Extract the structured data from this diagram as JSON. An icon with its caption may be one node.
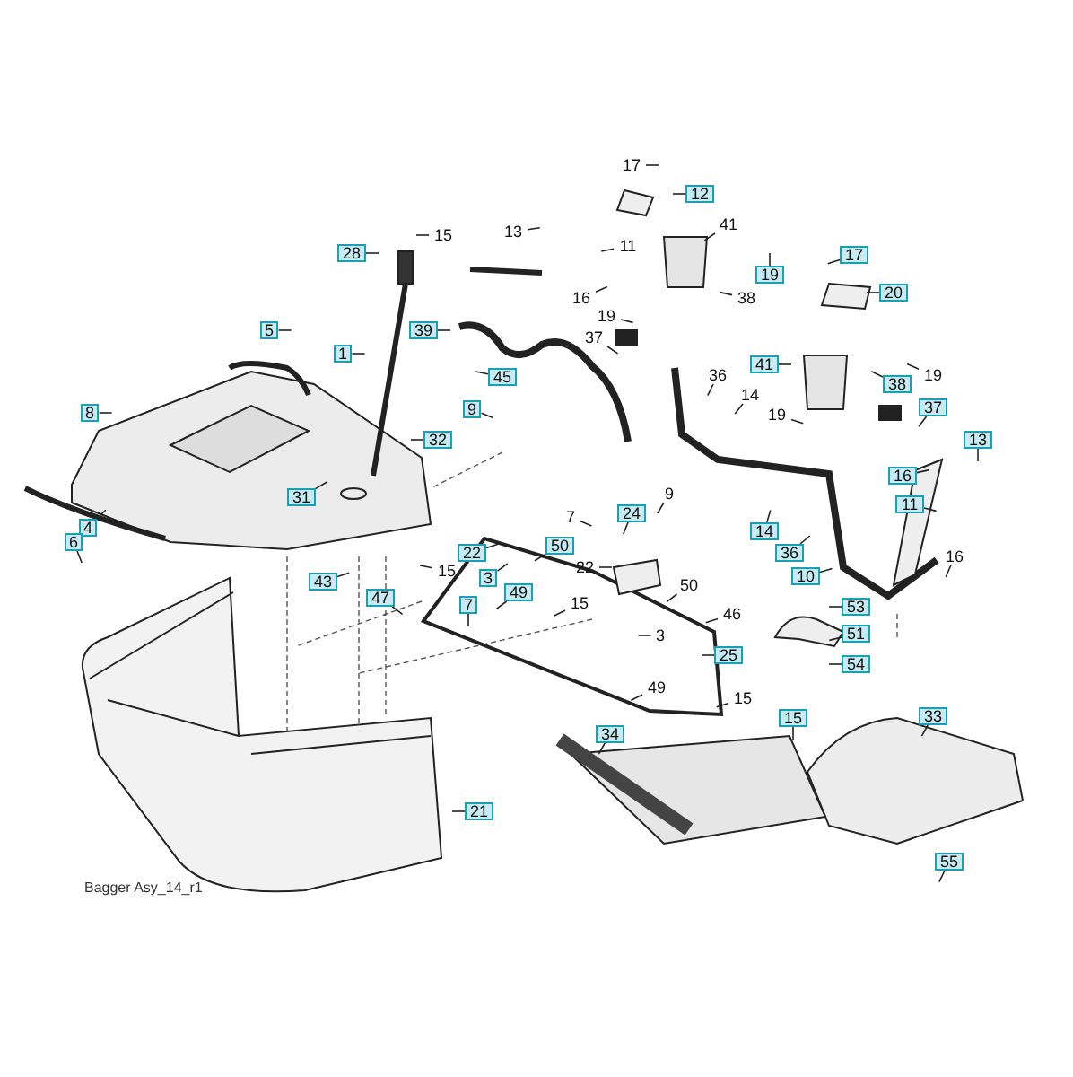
{
  "diagram": {
    "nodes": [
      {
        "text": [
          "17"
        ]
      },
      {
        "text": [
          "12"
        ]
      },
      {
        "text": [
          "15"
        ]
      },
      {
        "text": [
          "13"
        ]
      },
      {
        "text": [
          "11"
        ]
      },
      {
        "text": [
          "41"
        ]
      },
      {
        "text": [
          "28"
        ]
      },
      {
        "text": [
          "17"
        ]
      },
      {
        "text": [
          "19"
        ]
      },
      {
        "text": [
          "16"
        ]
      },
      {
        "text": [
          "20"
        ]
      },
      {
        "text": [
          "38"
        ]
      },
      {
        "text": [
          "19"
        ]
      },
      {
        "text": [
          "39"
        ]
      },
      {
        "text": [
          "5"
        ]
      },
      {
        "text": [
          "37"
        ]
      },
      {
        "text": [
          "1"
        ]
      },
      {
        "text": [
          "41"
        ]
      },
      {
        "text": [
          "19"
        ]
      },
      {
        "text": [
          "36"
        ]
      },
      {
        "text": [
          "38"
        ]
      },
      {
        "text": [
          "14"
        ]
      },
      {
        "text": [
          "45"
        ]
      },
      {
        "text": [
          "37"
        ]
      },
      {
        "text": [
          "9"
        ]
      },
      {
        "text": [
          "8"
        ]
      },
      {
        "text": [
          "19"
        ]
      },
      {
        "text": [
          "32"
        ]
      },
      {
        "text": [
          "13"
        ]
      },
      {
        "text": [
          "16"
        ]
      },
      {
        "text": [
          "9"
        ]
      },
      {
        "text": [
          "31"
        ]
      },
      {
        "text": [
          "11"
        ]
      },
      {
        "text": [
          "24"
        ]
      },
      {
        "text": [
          "7"
        ]
      },
      {
        "text": [
          "4"
        ]
      },
      {
        "text": [
          "14"
        ]
      },
      {
        "text": [
          "6"
        ]
      },
      {
        "text": [
          "50"
        ]
      },
      {
        "text": [
          "36"
        ]
      },
      {
        "text": [
          "22"
        ]
      },
      {
        "text": [
          "10"
        ]
      },
      {
        "text": [
          "16"
        ]
      },
      {
        "text": [
          "15"
        ]
      },
      {
        "text": [
          "22"
        ]
      },
      {
        "text": [
          "3"
        ]
      },
      {
        "text": [
          "43"
        ]
      },
      {
        "text": [
          "50"
        ]
      },
      {
        "text": [
          "49"
        ]
      },
      {
        "text": [
          "47"
        ]
      },
      {
        "text": [
          "7"
        ]
      },
      {
        "text": [
          "15"
        ]
      },
      {
        "text": [
          "53"
        ]
      },
      {
        "text": [
          "46"
        ]
      },
      {
        "text": [
          "51"
        ]
      },
      {
        "text": [
          "3"
        ]
      },
      {
        "text": [
          "25"
        ]
      },
      {
        "text": [
          "54"
        ]
      },
      {
        "text": [
          "49"
        ]
      },
      {
        "text": [
          "15"
        ]
      },
      {
        "text": [
          "15"
        ]
      },
      {
        "text": [
          "33"
        ]
      },
      {
        "text": [
          "34"
        ]
      },
      {
        "text": [
          "21"
        ]
      },
      {
        "text": [
          "55"
        ]
      }
    ],
    "edges": [
      {
        "from": 0,
        "to": null,
        "arrow": "none"
      },
      {
        "from": 1,
        "to": null,
        "arrow": "none"
      },
      {
        "from": 2,
        "to": null,
        "arrow": "none"
      },
      {
        "from": 3,
        "to": null,
        "arrow": "none"
      },
      {
        "from": 4,
        "to": null,
        "arrow": "none"
      },
      {
        "from": 5,
        "to": null,
        "arrow": "none"
      },
      {
        "from": 6,
        "to": null,
        "arrow": "none"
      },
      {
        "from": 7,
        "to": null,
        "arrow": "none"
      },
      {
        "from": 8,
        "to": null,
        "arrow": "none"
      },
      {
        "from": 9,
        "to": null,
        "arrow": "none"
      },
      {
        "from": 10,
        "to": null,
        "arrow": "none"
      },
      {
        "from": 11,
        "to": null,
        "arrow": "none"
      },
      {
        "from": 12,
        "to": null,
        "arrow": "none"
      },
      {
        "from": 13,
        "to": null,
        "arrow": "none"
      },
      {
        "from": 14,
        "to": null,
        "arrow": "none"
      },
      {
        "from": 15,
        "to": null,
        "arrow": "none"
      },
      {
        "from": 16,
        "to": null,
        "arrow": "none"
      },
      {
        "from": 17,
        "to": null,
        "arrow": "none"
      },
      {
        "from": 18,
        "to": null,
        "arrow": "none"
      },
      {
        "from": 19,
        "to": null,
        "arrow": "none"
      },
      {
        "from": 20,
        "to": null,
        "arrow": "none"
      },
      {
        "from": 21,
        "to": null,
        "arrow": "none"
      },
      {
        "from": 22,
        "to": null,
        "arrow": "none"
      },
      {
        "from": 23,
        "to": null,
        "arrow": "none"
      },
      {
        "from": 24,
        "to": null,
        "arrow": "none"
      },
      {
        "from": 25,
        "to": null,
        "arrow": "none"
      },
      {
        "from": 26,
        "to": null,
        "arrow": "none"
      },
      {
        "from": 27,
        "to": null,
        "arrow": "none"
      },
      {
        "from": 28,
        "to": null,
        "arrow": "none"
      },
      {
        "from": 29,
        "to": null,
        "arrow": "none"
      },
      {
        "from": 30,
        "to": null,
        "arrow": "none"
      },
      {
        "from": 31,
        "to": null,
        "arrow": "none"
      },
      {
        "from": 32,
        "to": null,
        "arrow": "none"
      },
      {
        "from": 33,
        "to": null,
        "arrow": "none"
      },
      {
        "from": 34,
        "to": null,
        "arrow": "none"
      },
      {
        "from": 35,
        "to": null,
        "arrow": "none"
      },
      {
        "from": 36,
        "to": null,
        "arrow": "none"
      },
      {
        "from": 37,
        "to": null,
        "arrow": "none"
      },
      {
        "from": 38,
        "to": null,
        "arrow": "none"
      },
      {
        "from": 39,
        "to": null,
        "arrow": "none"
      },
      {
        "from": 40,
        "to": null,
        "arrow": "none"
      },
      {
        "from": 41,
        "to": null,
        "arrow": "none"
      },
      {
        "from": 42,
        "to": null,
        "arrow": "none"
      },
      {
        "from": 43,
        "to": null,
        "arrow": "none"
      },
      {
        "from": 44,
        "to": null,
        "arrow": "none"
      },
      {
        "from": 45,
        "to": null,
        "arrow": "none"
      },
      {
        "from": 46,
        "to": null,
        "arrow": "none"
      },
      {
        "from": 47,
        "to": null,
        "arrow": "none"
      },
      {
        "from": 48,
        "to": null,
        "arrow": "none"
      },
      {
        "from": 49,
        "to": null,
        "arrow": "none"
      },
      {
        "from": 50,
        "to": null,
        "arrow": "none"
      },
      {
        "from": 51,
        "to": null,
        "arrow": "none"
      },
      {
        "from": 52,
        "to": null,
        "arrow": "none"
      },
      {
        "from": 53,
        "to": null,
        "arrow": "none"
      },
      {
        "from": 54,
        "to": null,
        "arrow": "none"
      },
      {
        "from": 55,
        "to": null,
        "arrow": "none"
      },
      {
        "from": 56,
        "to": null,
        "arrow": "none"
      },
      {
        "from": 57,
        "to": null,
        "arrow": "none"
      },
      {
        "from": 58,
        "to": null,
        "arrow": "none"
      },
      {
        "from": 59,
        "to": null,
        "arrow": "none"
      },
      {
        "from": 60,
        "to": null,
        "arrow": "none"
      },
      {
        "from": 61,
        "to": null,
        "arrow": "none"
      },
      {
        "from": 62,
        "to": null,
        "arrow": "none"
      },
      {
        "from": 63,
        "to": null,
        "arrow": "none"
      },
      {
        "from": 64,
        "to": null,
        "arrow": "none"
      }
    ],
    "labels": [
      "Bagger Asy_14_r1"
    ]
  }
}
